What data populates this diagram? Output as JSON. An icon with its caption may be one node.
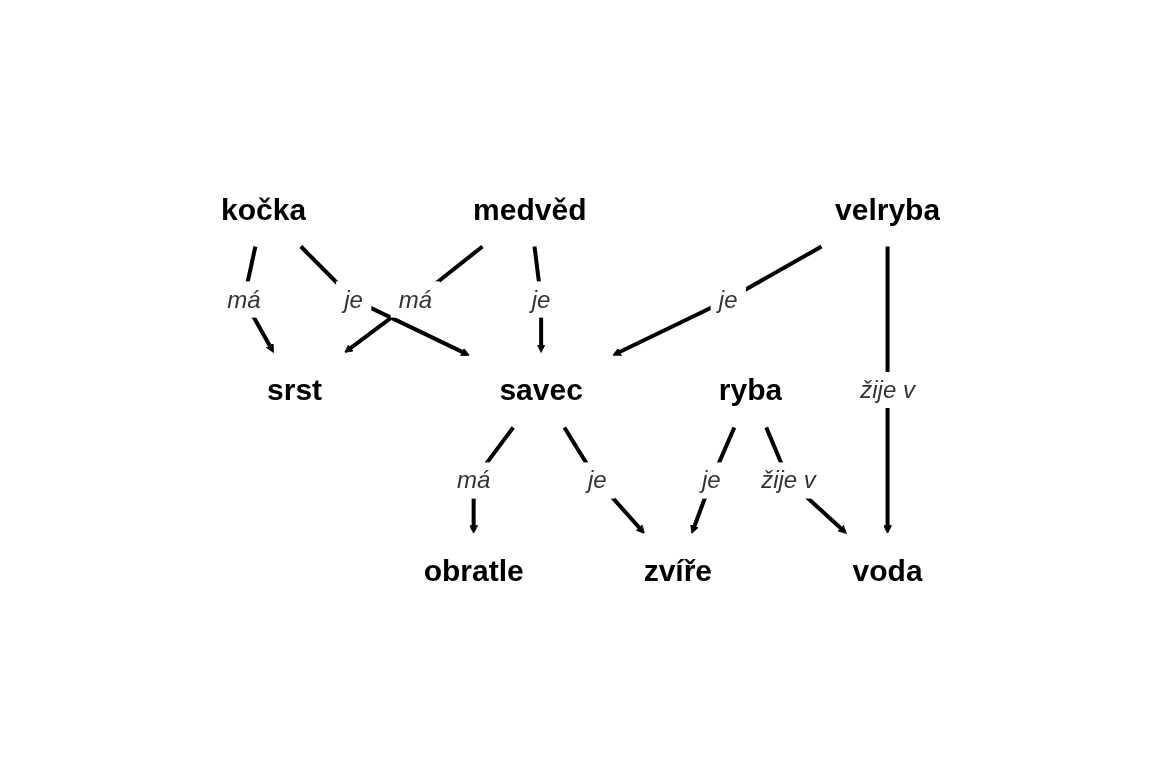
{
  "diagram": {
    "nodes": [
      {
        "text": [
          "obratle"
        ]
      },
      {
        "text": [
          "kočka"
        ]
      },
      {
        "text": [
          "srst"
        ]
      },
      {
        "text": [
          "zvíře"
        ]
      },
      {
        "text": [
          "savec"
        ]
      },
      {
        "text": [
          "medvěd"
        ]
      },
      {
        "text": [
          "velryba"
        ]
      },
      {
        "text": [
          "ryba"
        ]
      },
      {
        "text": [
          "voda"
        ]
      }
    ],
    "edges": [
      {
        "from": 1,
        "to": 2,
        "arrow": "to",
        "label": "má"
      },
      {
        "from": 4,
        "to": 0,
        "arrow": "to",
        "label": "má"
      },
      {
        "from": 1,
        "to": 4,
        "arrow": "to",
        "label": "je"
      },
      {
        "from": 5,
        "to": 2,
        "arrow": "to",
        "label": "má"
      },
      {
        "from": 4,
        "to": 3,
        "arrow": "to",
        "label": "je"
      },
      {
        "from": 5,
        "to": 4,
        "arrow": "to",
        "label": "je"
      },
      {
        "from": 6,
        "to": 4,
        "arrow": "to",
        "label": "je"
      },
      {
        "from": 7,
        "to": 3,
        "arrow": "to",
        "label": "je"
      },
      {
        "from": 6,
        "to": 8,
        "arrow": "to",
        "label": "žije v"
      },
      {
        "from": 7,
        "to": 8,
        "arrow": "to",
        "label": "žije v"
      }
    ]
  }
}
